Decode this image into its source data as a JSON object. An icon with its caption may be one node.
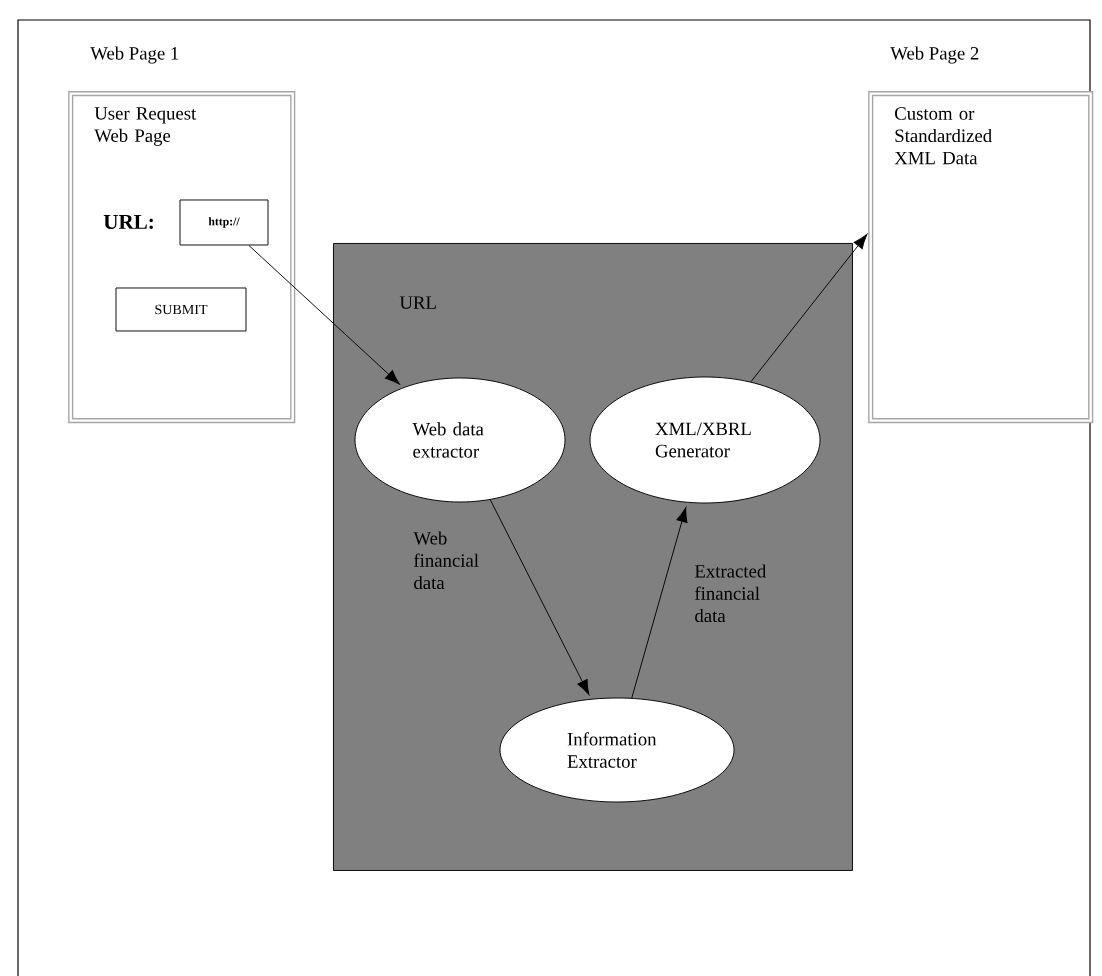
{
  "diagram": {
    "nodes": [
      {
        "text": [
          "Web Page 1",
          "User Request Web Page",
          "URL:"
        ]
      },
      {
        "text": [
          "http://"
        ],
        "in": 0
      },
      {
        "text": [
          "SUBMIT"
        ],
        "in": 0
      },
      {
        "text": [
          "Web Page 2",
          "Custom or Standardized XML Data"
        ]
      },
      {
        "text": [],
        "shape": "box"
      },
      {
        "text": [
          "Web data extractor"
        ],
        "in": 4
      },
      {
        "text": [
          "XML/XBRL Generator"
        ],
        "in": 4
      },
      {
        "text": [
          "Information Extractor"
        ],
        "in": 4
      }
    ],
    "edges": [
      {
        "from": 1,
        "to": 5,
        "arrow": "to",
        "label": "URL"
      },
      {
        "from": 5,
        "to": 7,
        "arrow": "to",
        "label": "Web financial data"
      },
      {
        "from": 7,
        "to": 6,
        "arrow": "to",
        "label": "Extracted financial data"
      },
      {
        "from": 6,
        "to": 3,
        "arrow": "to"
      }
    ]
  }
}
